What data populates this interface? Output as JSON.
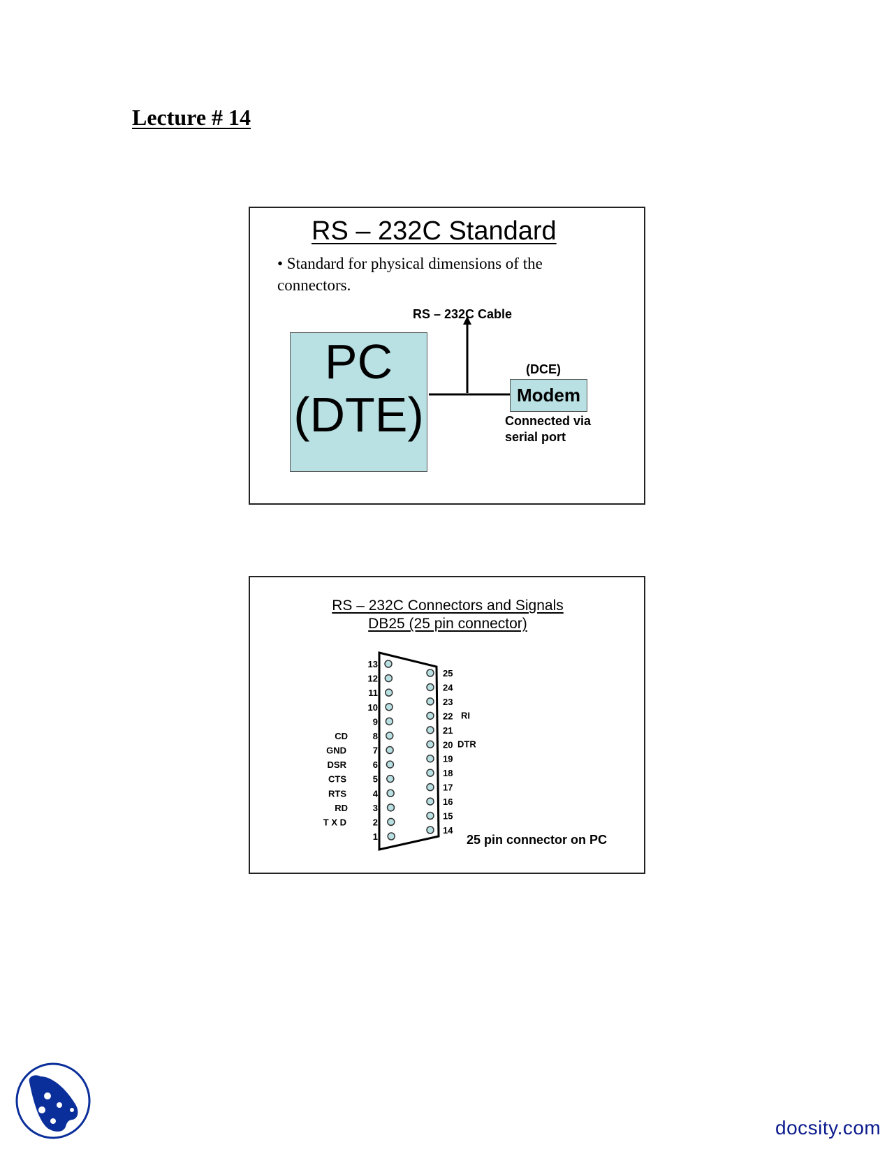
{
  "page": {
    "heading": "Lecture # 14"
  },
  "slide1": {
    "title": "RS – 232C Standard",
    "bullet_line1": "• Standard for physical dimensions of the",
    "bullet_line2": "connectors.",
    "cable_label": "RS – 232C Cable",
    "pc_label_line1": "PC",
    "pc_label_line2": "(DTE)",
    "dce_label": "(DCE)",
    "modem_label": "Modem",
    "modem_caption_line1": "Connected via",
    "modem_caption_line2": "serial port",
    "colors": {
      "box_fill": "#b9e0e3",
      "border": "#222222"
    }
  },
  "slide2": {
    "title_line1": "RS – 232C Connectors and Signals",
    "title_line2": "DB25 (25 pin connector)",
    "caption": "25 pin connector on PC",
    "left_pins": [
      {
        "pin": "13",
        "signal": ""
      },
      {
        "pin": "12",
        "signal": ""
      },
      {
        "pin": "11",
        "signal": ""
      },
      {
        "pin": "10",
        "signal": ""
      },
      {
        "pin": "9",
        "signal": ""
      },
      {
        "pin": "8",
        "signal": "CD"
      },
      {
        "pin": "7",
        "signal": "GND"
      },
      {
        "pin": "6",
        "signal": "DSR"
      },
      {
        "pin": "5",
        "signal": "CTS"
      },
      {
        "pin": "4",
        "signal": "RTS"
      },
      {
        "pin": "3",
        "signal": "RD"
      },
      {
        "pin": "2",
        "signal": "T X D"
      },
      {
        "pin": "1",
        "signal": ""
      }
    ],
    "right_pins": [
      {
        "pin": "25",
        "signal": ""
      },
      {
        "pin": "24",
        "signal": ""
      },
      {
        "pin": "23",
        "signal": ""
      },
      {
        "pin": "22",
        "signal": "RI"
      },
      {
        "pin": "21",
        "signal": ""
      },
      {
        "pin": "20",
        "signal": "DTR"
      },
      {
        "pin": "19",
        "signal": ""
      },
      {
        "pin": "18",
        "signal": ""
      },
      {
        "pin": "17",
        "signal": ""
      },
      {
        "pin": "16",
        "signal": ""
      },
      {
        "pin": "15",
        "signal": ""
      },
      {
        "pin": "14",
        "signal": ""
      }
    ],
    "colors": {
      "pin_fill": "#b9e0e3"
    }
  },
  "footer": {
    "logo_icon": "docsity-logo-icon",
    "brand_text": "docsity.com",
    "brand_color": "#0a1a8c",
    "logo_color": "#0b2f9a"
  }
}
